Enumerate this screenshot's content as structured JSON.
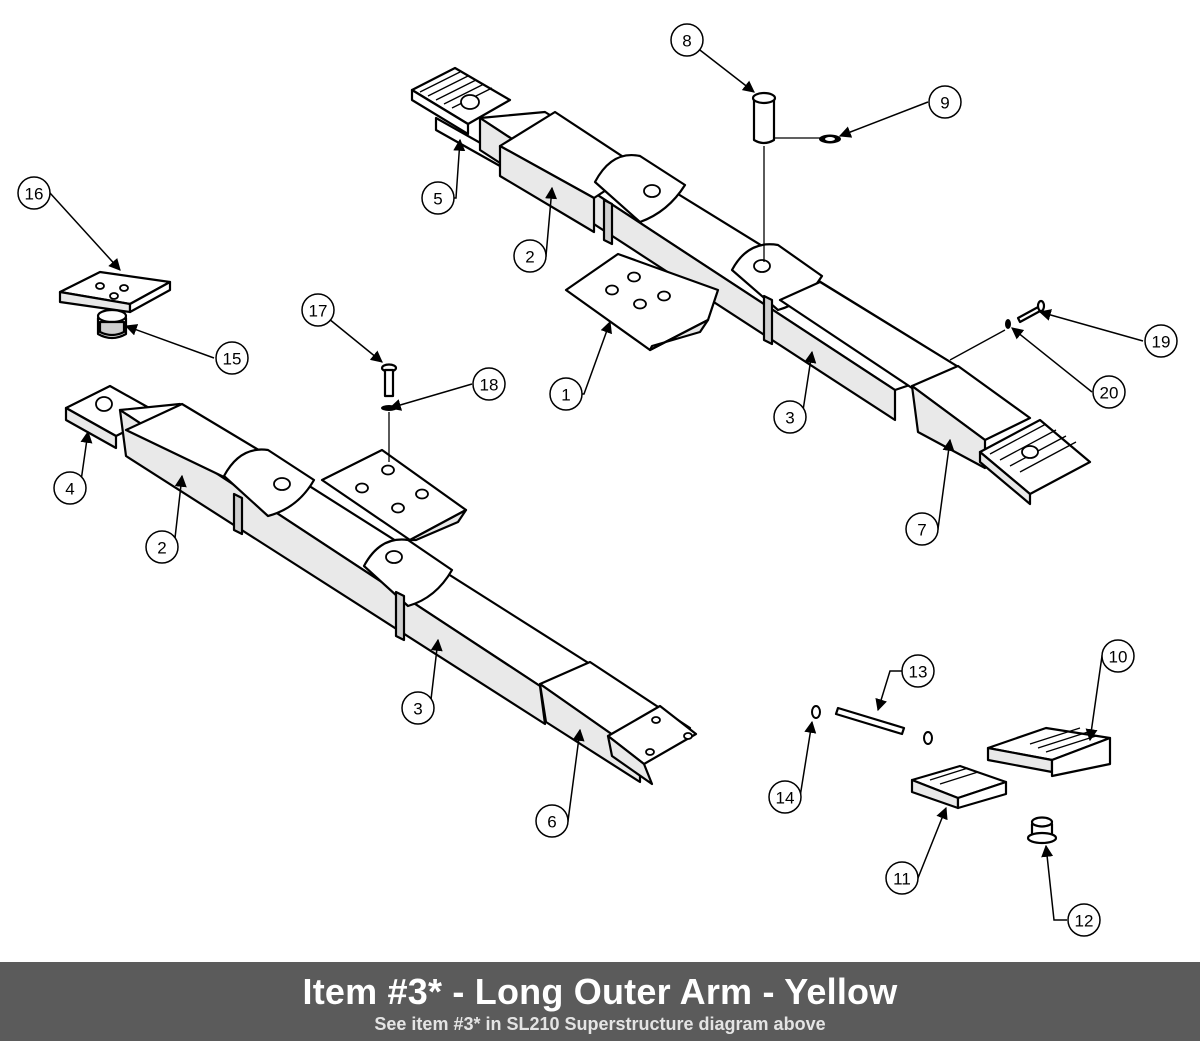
{
  "caption": {
    "title": "Item #3* - Long Outer Arm - Yellow",
    "subtitle": "See item #3* in SL210 Superstructure diagram above"
  },
  "callouts": [
    "1",
    "2",
    "2",
    "3",
    "3",
    "4",
    "5",
    "6",
    "7",
    "8",
    "9",
    "10",
    "11",
    "12",
    "13",
    "14",
    "15",
    "16",
    "17",
    "18",
    "19",
    "20"
  ]
}
